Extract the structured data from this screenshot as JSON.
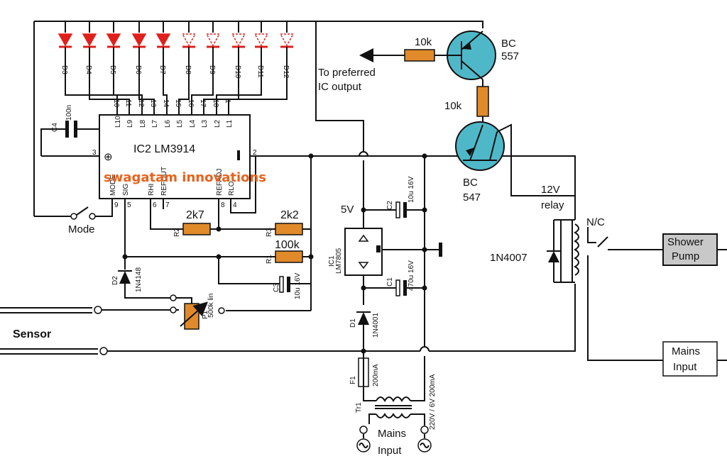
{
  "colors": {
    "led_on": "#e0201c",
    "resistor": "#e08a2a",
    "transistor": "#4fb8c8",
    "pump_box": "#c8c8c8",
    "watermark": "#e8621c"
  },
  "leds": [
    {
      "label": "D3",
      "lit": true
    },
    {
      "label": "D4",
      "lit": true
    },
    {
      "label": "D5",
      "lit": true
    },
    {
      "label": "D6",
      "lit": true
    },
    {
      "label": "D7",
      "lit": true
    },
    {
      "label": "D8",
      "lit": false
    },
    {
      "label": "D9",
      "lit": false
    },
    {
      "label": "D10",
      "lit": false
    },
    {
      "label": "D11",
      "lit": false
    },
    {
      "label": "D12",
      "lit": false
    }
  ],
  "ic2": {
    "name": "IC2  LM3914",
    "top_pins": [
      "10",
      "11",
      "12",
      "13",
      "14",
      "15",
      "16",
      "17",
      "18",
      "1"
    ],
    "top_names": [
      "L10",
      "L9",
      "L8",
      "L7",
      "L6",
      "L5",
      "L4",
      "L3",
      "L2",
      "L1"
    ],
    "bottom_pins": [
      "9",
      "5",
      "6",
      "7",
      "8",
      "4"
    ],
    "bottom_names": [
      "MODE",
      "SIG",
      "RHI",
      "REFOUT",
      "REFADJ",
      "RLO"
    ],
    "pin3": "3",
    "pin2": "2",
    "plus": "⊕"
  },
  "c4": {
    "label": "C4",
    "value": "100n"
  },
  "mode_label": "Mode",
  "r2": {
    "ref": "R2",
    "value": "2k7"
  },
  "r3": {
    "ref": "R3",
    "value": "2k2"
  },
  "r1": {
    "ref": "R1",
    "value": "100k"
  },
  "c3": {
    "ref": "C3",
    "value": "10u 16V"
  },
  "d2": {
    "ref": "D2",
    "value": "1N4148"
  },
  "p1": {
    "ref": "P1",
    "value": "500k lin"
  },
  "sensor_label": "Sensor",
  "ic1": {
    "ref": "IC1",
    "value": "LM7805"
  },
  "v5": "5V",
  "c2": {
    "ref": "C2",
    "value": "10u 16V"
  },
  "c1": {
    "ref": "C1",
    "value": "470u 16V"
  },
  "d1": {
    "ref": "D1",
    "value": "1N4001"
  },
  "f1": {
    "ref": "F1",
    "value": "200mA"
  },
  "tr1": {
    "ref": "Tr1",
    "value": "220V / 6V 200mA"
  },
  "mains_bottom": [
    "Mains",
    "Input"
  ],
  "r_top": "10k",
  "r_mid": "10k",
  "bc557": [
    "BC",
    "557"
  ],
  "bc547": [
    "BC",
    "547"
  ],
  "to_ic": [
    "To preferred",
    "IC output"
  ],
  "relay": [
    "12V",
    "relay"
  ],
  "nc": "N/C",
  "d_relay": "1N4007",
  "pump": [
    "Shower",
    "Pump"
  ],
  "mains_right": [
    "Mains",
    "Input"
  ],
  "watermark": "swagatam innovations"
}
